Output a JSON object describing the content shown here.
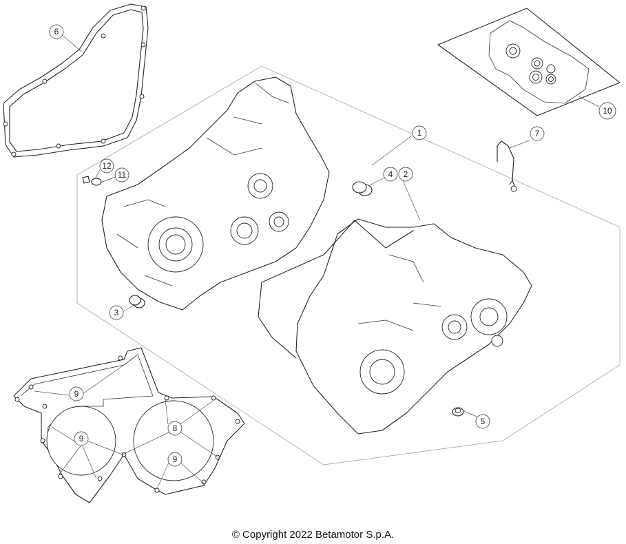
{
  "callouts": [
    {
      "label": "1"
    },
    {
      "label": "2"
    },
    {
      "label": "3"
    },
    {
      "label": "4"
    },
    {
      "label": "5"
    },
    {
      "label": "6"
    },
    {
      "label": "7"
    },
    {
      "label": "8"
    },
    {
      "label": "9"
    },
    {
      "label": "9"
    },
    {
      "label": "9"
    },
    {
      "label": "10"
    },
    {
      "label": "11"
    },
    {
      "label": "12"
    }
  ],
  "footer": {
    "copyright": "© Copyright 2022 Betamotor S.p.A."
  },
  "colors": {
    "line": "#222222",
    "background": "#ffffff"
  }
}
